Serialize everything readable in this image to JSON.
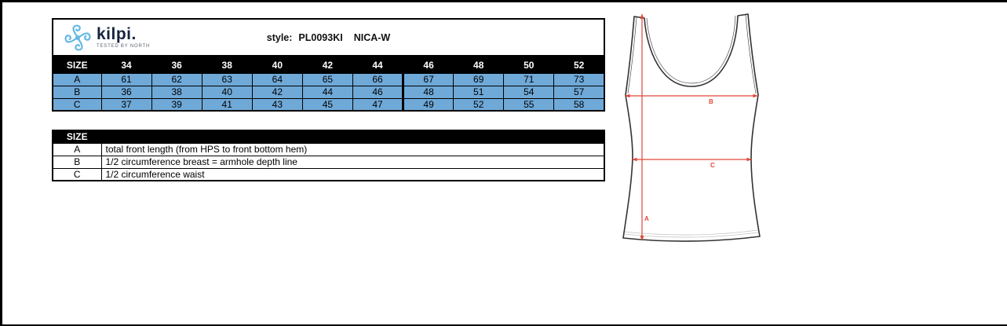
{
  "logo": {
    "brand": "kilpi.",
    "tagline": "TESTED BY NORTH"
  },
  "header": {
    "style_label": "style:",
    "style_code": "PL0093KI",
    "style_name": "NICA-W"
  },
  "size_table": {
    "columns": [
      "SIZE",
      "34",
      "36",
      "38",
      "40",
      "42",
      "44",
      "46",
      "48",
      "50",
      "52"
    ],
    "rows": [
      {
        "label": "A",
        "values": [
          "61",
          "62",
          "63",
          "64",
          "65",
          "66",
          "67",
          "69",
          "71",
          "73"
        ]
      },
      {
        "label": "B",
        "values": [
          "36",
          "38",
          "40",
          "42",
          "44",
          "46",
          "48",
          "51",
          "54",
          "57"
        ]
      },
      {
        "label": "C",
        "values": [
          "37",
          "39",
          "41",
          "43",
          "45",
          "47",
          "49",
          "52",
          "55",
          "58"
        ]
      }
    ]
  },
  "legend_table": {
    "header": "SIZE",
    "rows": [
      {
        "code": "A",
        "description": "total front length (from HPS to front bottom hem)"
      },
      {
        "code": "B",
        "description": "1/2 circumference breast = armhole depth line"
      },
      {
        "code": "C",
        "description": "1/2 circumference waist"
      }
    ]
  },
  "diagram": {
    "labels": {
      "a": "A",
      "b": "B",
      "c": "C"
    }
  },
  "colors": {
    "accent_blue": "#6fa9d8",
    "table_black": "#000000",
    "measure_red": "#e04737",
    "logo_blue": "#66b9e2",
    "logo_navy": "#16243f",
    "outline_gray": "#333333"
  }
}
